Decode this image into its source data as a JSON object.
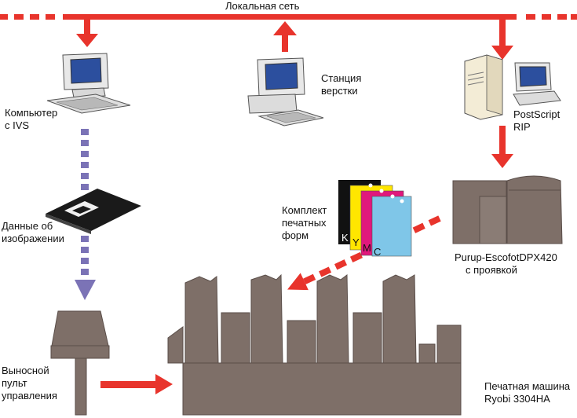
{
  "network": {
    "label": "Локальная сеть",
    "color": "#e8342c"
  },
  "nodes": {
    "ivs_computer": {
      "line1": "Компьютер",
      "line2": "с IVS"
    },
    "layout_station": {
      "line1": "Станция",
      "line2": "верстки"
    },
    "postscript_rip": {
      "line1": "PostScript",
      "line2": "RIP"
    },
    "plate_set": {
      "line1": "Комплект",
      "line2": "печатных",
      "line3": "форм",
      "letters": [
        "K",
        "Y",
        "M",
        "C"
      ]
    },
    "image_data": {
      "line1": "Данные об",
      "line2": "изображении"
    },
    "platesetter": {
      "line1": "Purup-EscofotDPX420",
      "line2": "с проявкой"
    },
    "remote_console": {
      "line1": "Выносной",
      "line2": "пульт",
      "line3": "управления"
    },
    "press": {
      "line1": "Печатная машина",
      "line2": "Ryobi 3304HA"
    }
  },
  "colors": {
    "arrow": "#e8342c",
    "data_path": "#7b73b6",
    "machine": "#7e6f68",
    "plate_k": "#111111",
    "plate_y": "#ffe600",
    "plate_m": "#e0187c",
    "plate_c": "#7fc6e8",
    "monitor_screen": "#2c4f9e"
  }
}
